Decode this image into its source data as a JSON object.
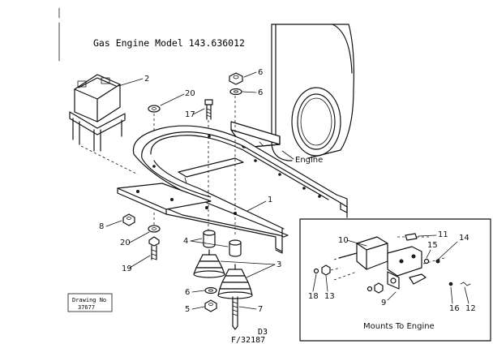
{
  "title": "Gas Engine Model 143.636012",
  "engine_label": "Engine",
  "inset_caption": "Mounts To Engine",
  "drawing_box": {
    "line1": "Drawing No",
    "line2": "37677"
  },
  "footer": {
    "code1": "D3",
    "code2": "F/32187"
  },
  "callouts": {
    "n2": "2",
    "n20a": "20",
    "n17": "17",
    "n6a": "6",
    "n6b": "6",
    "n1": "1",
    "n8": "8",
    "n20b": "20",
    "n19": "19",
    "n4": "4",
    "n3": "3",
    "n6c": "6",
    "n5": "5",
    "n7": "7",
    "i10": "10",
    "i11": "11",
    "i15": "15",
    "i14": "14",
    "i18": "18",
    "i13": "13",
    "i9": "9",
    "i16": "16",
    "i12": "12"
  }
}
